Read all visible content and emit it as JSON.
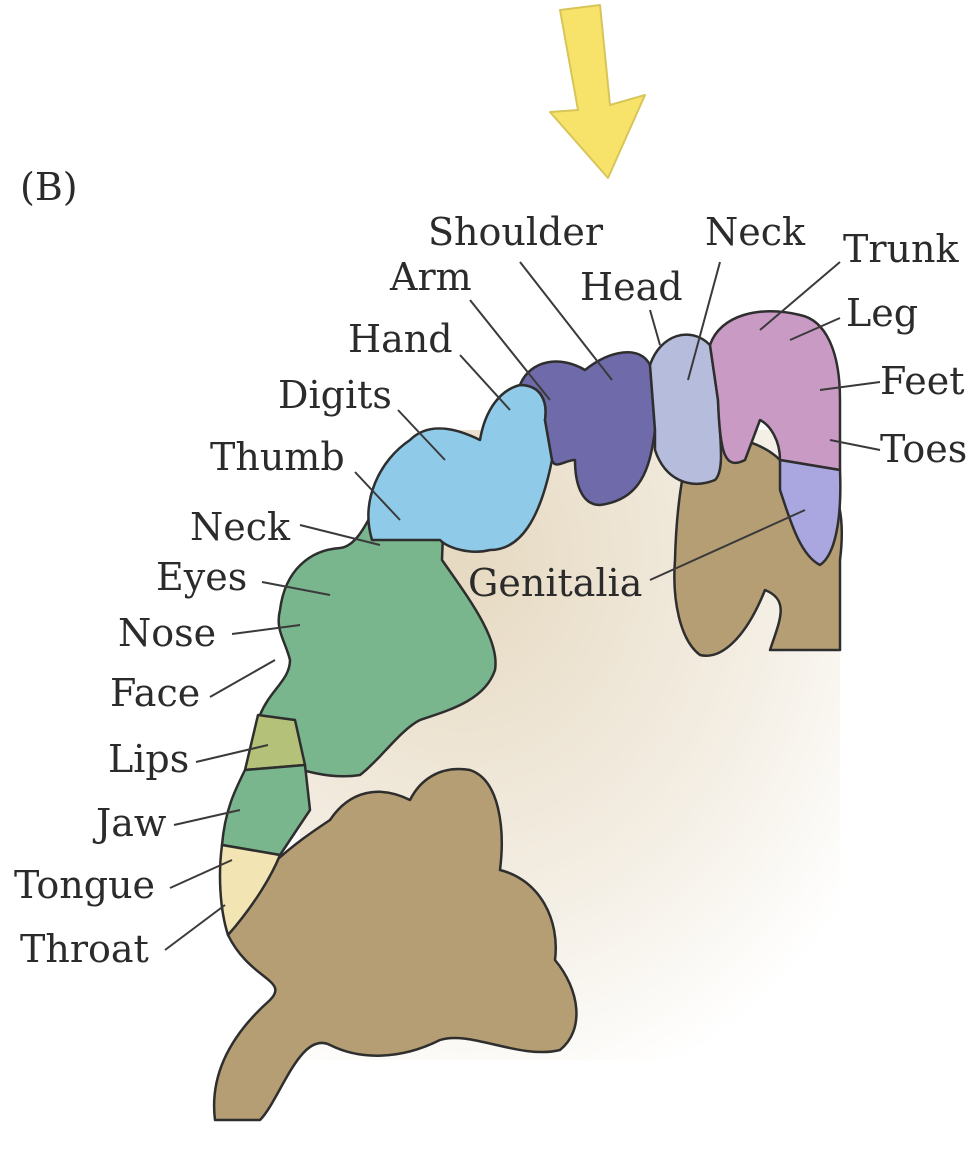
{
  "panel_label": "(B)",
  "labels": {
    "shoulder": "Shoulder",
    "neck_top": "Neck",
    "trunk": "Trunk",
    "arm": "Arm",
    "head": "Head",
    "leg": "Leg",
    "hand": "Hand",
    "feet": "Feet",
    "digits": "Digits",
    "toes": "Toes",
    "thumb": "Thumb",
    "neck_side": "Neck",
    "genitalia": "Genitalia",
    "eyes": "Eyes",
    "nose": "Nose",
    "face": "Face",
    "lips": "Lips",
    "jaw": "Jaw",
    "tongue": "Tongue",
    "throat": "Throat"
  },
  "colors": {
    "arrow": "#f7e36a",
    "cortex_tan": "#b59e73",
    "interior": "#ece3d2",
    "trunk_leg_feet": "#c99bc4",
    "toes_genitalia": "#a9a6e0",
    "neck_head": "#b6bcdc",
    "shoulder_arm": "#6f6aa9",
    "hand_digits_thumb": "#8fcbe8",
    "face_region": "#79b58d",
    "lips": "#b4c178",
    "tongue_throat": "#f2e4b3"
  }
}
